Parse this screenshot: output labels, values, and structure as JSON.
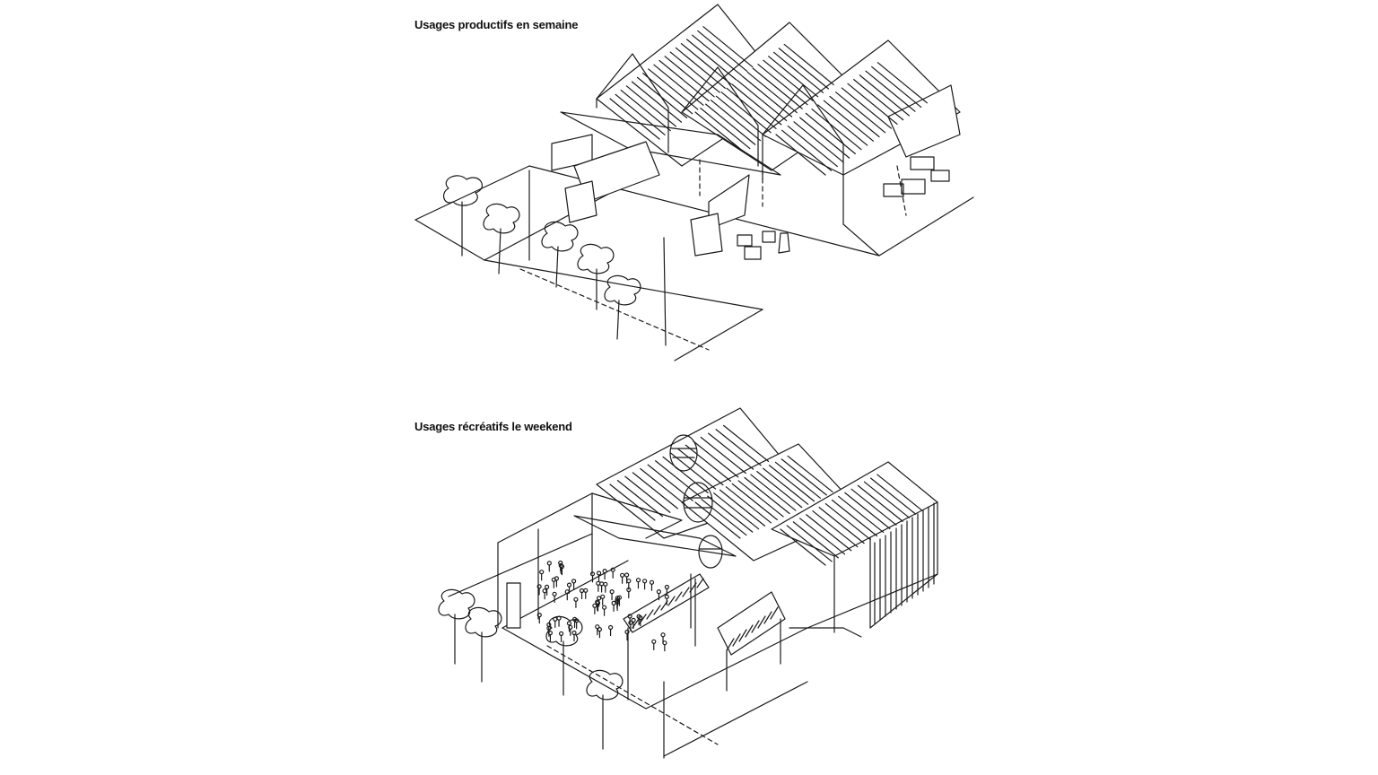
{
  "figure": {
    "top_panel": {
      "caption": "Usages productifs en semaine"
    },
    "bottom_panel": {
      "caption": "Usages récréatifs le weekend"
    }
  },
  "icons": [
    "warehouse-sketch",
    "truck-sketch",
    "tree-sketch",
    "people-crowd-sketch",
    "lantern-sketch",
    "market-stall-sketch"
  ]
}
